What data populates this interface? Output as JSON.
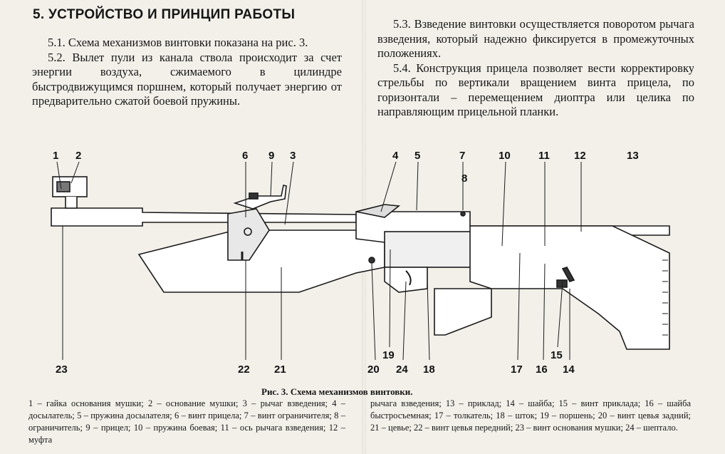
{
  "section_title": "5. УСТРОЙСТВО И ПРИНЦИП РАБОТЫ",
  "left_paragraphs": [
    "5.1. Схема механизмов винтовки показана на рис. 3.",
    "5.2. Вылет пули из канала ствола происходит за счет энергии воздуха, сжимаемого в цилиндре быстродвижущимся поршнем, который получает энергию от предварительно сжатой боевой пружины."
  ],
  "right_paragraphs": [
    "5.3. Взведение винтовки осуществляется поворотом рычага взведения, который надежно фиксируется в промежуточных положениях.",
    "5.4. Конструкция прицела позволяет вести корректировку стрельбы по вертикали вращением винта прицела, по горизонтали – перемещением диоптра или целика по направляющим прицельной планки."
  ],
  "figure": {
    "caption": "Рис. 3. Схема механизмов винтовки.",
    "top_labels": [
      "1",
      "2",
      "6",
      "9",
      "3",
      "4",
      "5",
      "7",
      "8",
      "10",
      "11",
      "12",
      "13"
    ],
    "bottom_labels": [
      "23",
      "22",
      "21",
      "20",
      "19",
      "24",
      "18",
      "17",
      "16",
      "15",
      "14"
    ]
  },
  "legend_left": "1 – гайка основания мушки; 2 – основание мушки; 3 – рычаг взведения; 4 – досылатель; 5 – пружина досылателя; 6 – винт прицела; 7 – винт ограничителя; 8 – ограничитель; 9 – прицел; 10 – пружина боевая; 11 – ось рычага взведения; 12 – муфта",
  "legend_right": "рычага взведения; 13 – приклад; 14 – шайба; 15 – винт приклада; 16 – шайба быстросъемная; 17 – толкатель; 18 – шток; 19 – поршень; 20 – винт цевья задний; 21 – цевье; 22 – винт цевья передний; 23 – винт основания мушки; 24 – шептало."
}
